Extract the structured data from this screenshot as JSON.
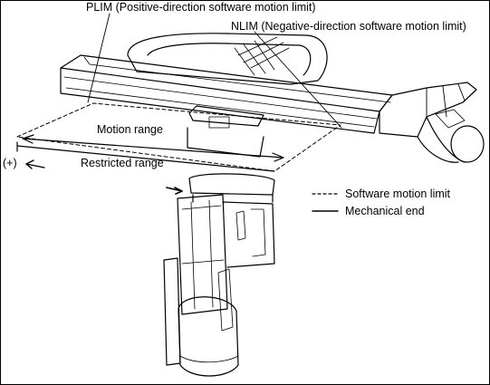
{
  "annotations": {
    "plim": "PLIM (Positive-direction software motion limit)",
    "nlim": "NLIM (Negative-direction software motion limit)",
    "motion_range": "Motion range",
    "restricted_range": "Restricted range",
    "positive_direction": "(+)"
  },
  "legend": {
    "software_limit": "Software motion limit",
    "mechanical_end": "Mechanical end"
  },
  "colors": {
    "line": "#000000",
    "background": "#ffffff"
  }
}
